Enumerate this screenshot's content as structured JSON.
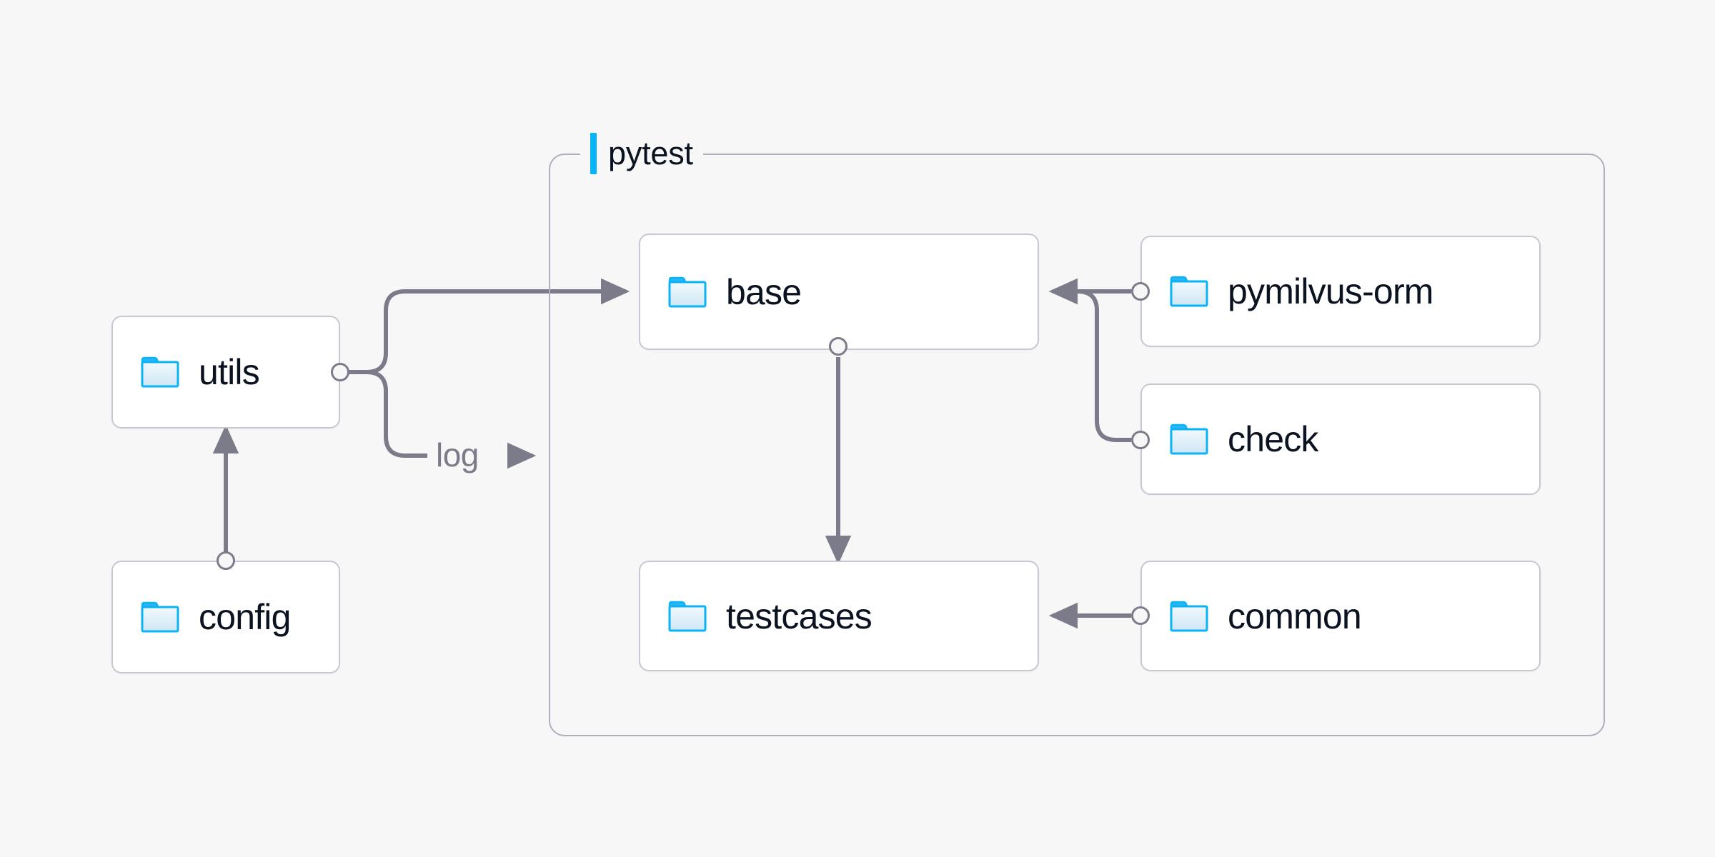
{
  "diagram": {
    "background_color": "#f7f7f7",
    "edge_color": "#7b7b89",
    "node_border_color": "#c9c7d2",
    "group_border_color": "#b0aebb",
    "accent_color": "#0ab3f5",
    "text_color": "#0b1220",
    "group": {
      "label": "pytest",
      "accent": "#0ab3f5"
    },
    "nodes": [
      {
        "id": "utils",
        "label": "utils",
        "icon": "folder-icon"
      },
      {
        "id": "config",
        "label": "config",
        "icon": "folder-icon"
      },
      {
        "id": "base",
        "label": "base",
        "icon": "folder-icon"
      },
      {
        "id": "testcases",
        "label": "testcases",
        "icon": "folder-icon"
      },
      {
        "id": "pymilvus-orm",
        "label": "pymilvus-orm",
        "icon": "folder-icon"
      },
      {
        "id": "check",
        "label": "check",
        "icon": "folder-icon"
      },
      {
        "id": "common",
        "label": "common",
        "icon": "folder-icon"
      }
    ],
    "edges": [
      {
        "from": "config",
        "to": "utils",
        "label": ""
      },
      {
        "from": "utils",
        "to": "base",
        "label": ""
      },
      {
        "from": "utils",
        "to": "pytest",
        "label": "log"
      },
      {
        "from": "base",
        "to": "testcases",
        "label": ""
      },
      {
        "from": "pymilvus-orm",
        "to": "base",
        "label": ""
      },
      {
        "from": "check",
        "to": "base",
        "label": ""
      },
      {
        "from": "common",
        "to": "testcases",
        "label": ""
      }
    ]
  }
}
